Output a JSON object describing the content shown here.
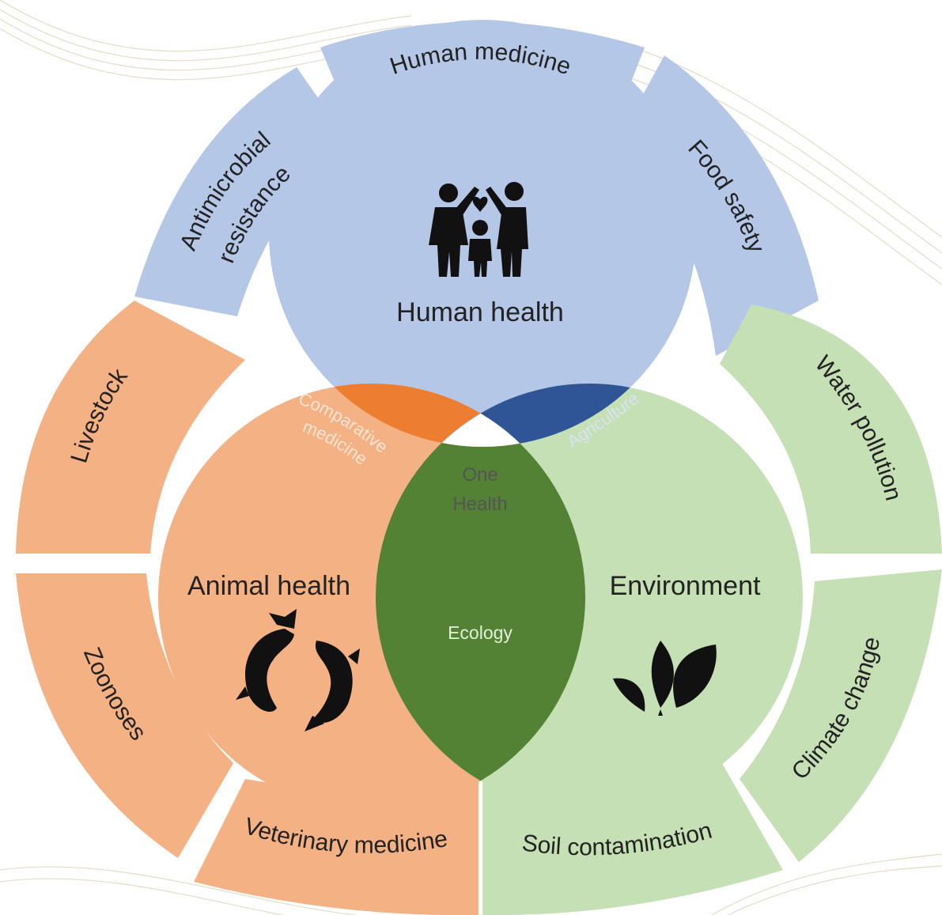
{
  "center": {
    "line1": "One",
    "line2": "Health"
  },
  "domains": {
    "human": "Human health",
    "animal": "Animal health",
    "environment": "Environment"
  },
  "overlaps": {
    "comparative_line1": "Comparative",
    "comparative_line2": "medicine",
    "agriculture": "Agriculture",
    "ecology": "Ecology"
  },
  "outer_segments": {
    "human_medicine": "Human medicine",
    "food_safety": "Food safety",
    "antimicrobial_line1": "Antimicrobial",
    "antimicrobial_line2": "resistance",
    "water_pollution": "Water pollution",
    "climate_change": "Climate change",
    "soil_contamination": "Soil contamination",
    "veterinary_medicine": "Veterinary medicine",
    "zoonoses": "Zoonoses",
    "livestock": "Livestock"
  },
  "colors": {
    "human": "#b4c7e7",
    "animal": "#f4b183",
    "environment": "#c5e0b4",
    "comparative": "#ed7d31",
    "agriculture": "#2f5597",
    "ecology": "#548235",
    "center": "#ffffff"
  },
  "icons": {
    "human": "family-icon",
    "animal": "koi-fish-icon",
    "environment": "leaves-icon"
  }
}
